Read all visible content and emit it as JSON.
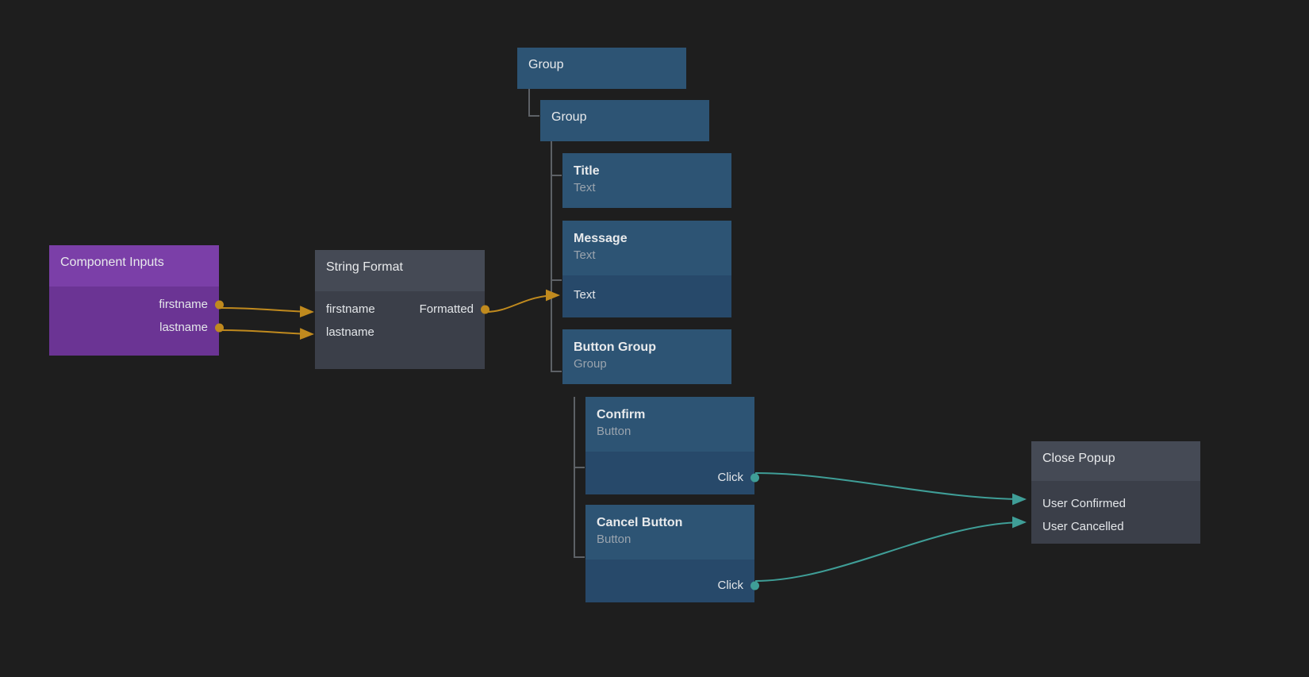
{
  "canvas": {
    "background": "#1e1e1e",
    "wire_color_data": "#c08a1e",
    "wire_color_event": "#3f9e97"
  },
  "nodes": {
    "component_inputs": {
      "title": "Component Inputs",
      "accent": "#7b3fa8",
      "outputs": [
        {
          "label": "firstname"
        },
        {
          "label": "lastname"
        }
      ]
    },
    "string_format": {
      "title": "String Format",
      "accent": "#454a55",
      "inputs": [
        {
          "label": "firstname"
        },
        {
          "label": "lastname"
        }
      ],
      "outputs": [
        {
          "label": "Formatted"
        }
      ]
    },
    "group_outer": {
      "title": "Group",
      "subtitle": "",
      "accent": "#2d5474"
    },
    "group_inner": {
      "title": "Group",
      "subtitle": "",
      "accent": "#2d5474"
    },
    "title_text": {
      "title": "Title",
      "subtitle": "Text",
      "accent": "#2d5474"
    },
    "message_text": {
      "title": "Message",
      "subtitle": "Text",
      "accent": "#2d5474",
      "inputs": [
        {
          "label": "Text"
        }
      ]
    },
    "button_group": {
      "title": "Button Group",
      "subtitle": "Group",
      "accent": "#2d5474"
    },
    "confirm_button": {
      "title": "Confirm",
      "subtitle": "Button",
      "accent": "#2d5474",
      "outputs": [
        {
          "label": "Click"
        }
      ]
    },
    "cancel_button": {
      "title": "Cancel Button",
      "subtitle": "Button",
      "accent": "#2d5474",
      "outputs": [
        {
          "label": "Click"
        }
      ]
    },
    "close_popup": {
      "title": "Close Popup",
      "accent": "#454a55",
      "inputs": [
        {
          "label": "User Confirmed"
        },
        {
          "label": "User Cancelled"
        }
      ]
    }
  },
  "connections": [
    {
      "from": "component_inputs.firstname",
      "to": "string_format.firstname",
      "type": "data"
    },
    {
      "from": "component_inputs.lastname",
      "to": "string_format.lastname",
      "type": "data"
    },
    {
      "from": "string_format.Formatted",
      "to": "message_text.Text",
      "type": "data"
    },
    {
      "from": "confirm_button.Click",
      "to": "close_popup.User Confirmed",
      "type": "event"
    },
    {
      "from": "cancel_button.Click",
      "to": "close_popup.User Cancelled",
      "type": "event"
    }
  ]
}
